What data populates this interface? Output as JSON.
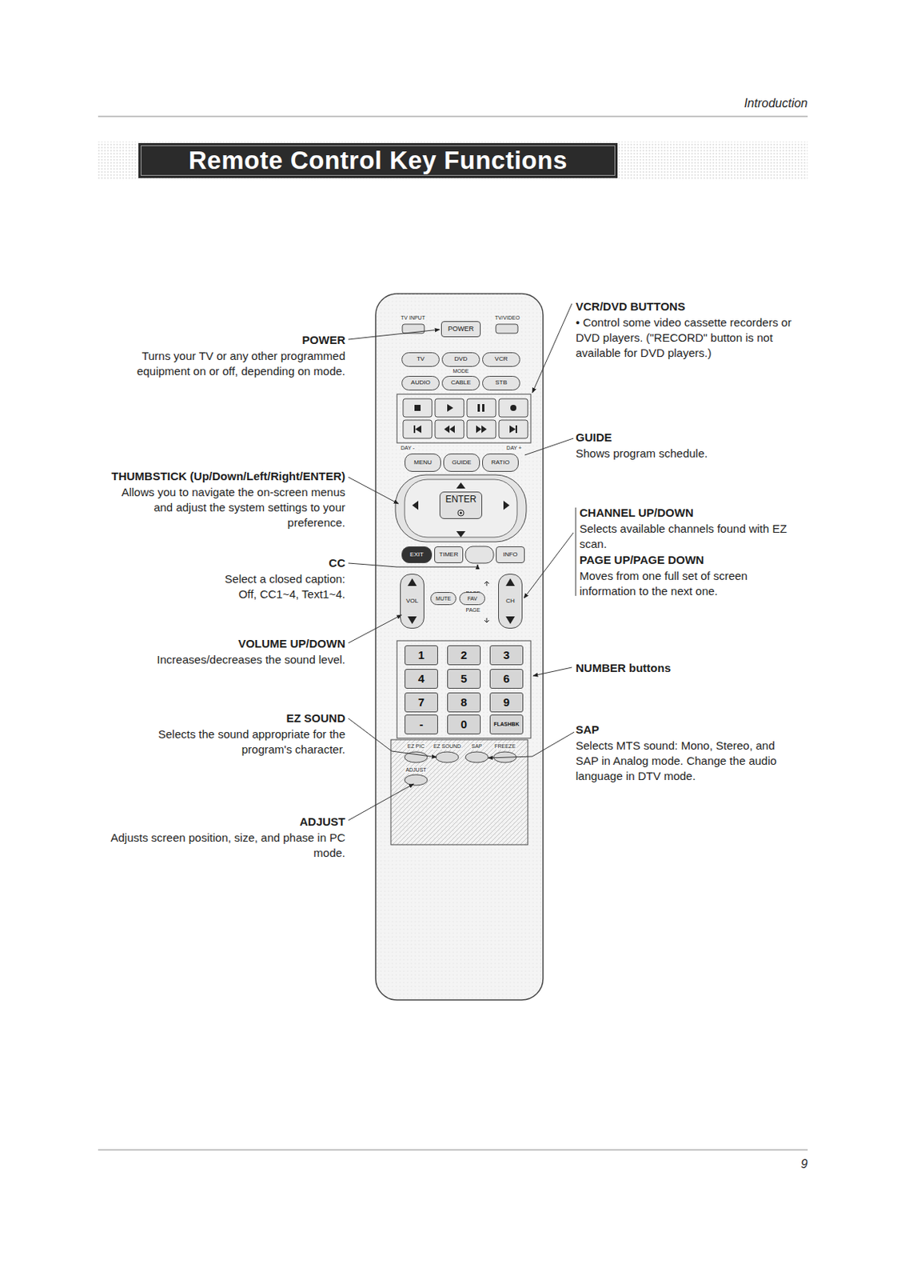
{
  "diagram": {
    "title": "Remote Control Key Functions",
    "nodes": [
      {
        "text": [
          "POWER"
        ]
      },
      {
        "text": [
          "TV"
        ]
      },
      {
        "text": [
          "DVD"
        ]
      },
      {
        "text": [
          "VCR"
        ]
      },
      {
        "text": [
          "AUDIO"
        ]
      },
      {
        "text": [
          "CABLE"
        ]
      },
      {
        "text": [
          "STB"
        ]
      },
      {
        "text": [
          "MENU"
        ]
      },
      {
        "text": [
          "GUIDE"
        ]
      },
      {
        "text": [
          "RATIO"
        ]
      },
      {
        "text": [
          "ENTER"
        ]
      },
      {
        "text": [
          "EXIT"
        ]
      },
      {
        "text": [
          "TIMER"
        ]
      },
      {
        "text": [
          "INFO"
        ]
      },
      {
        "text": [
          "VOL"
        ]
      },
      {
        "text": [
          "CH"
        ]
      },
      {
        "text": [
          "MUTE"
        ]
      },
      {
        "text": [
          "FAV"
        ]
      },
      {
        "text": [
          "1"
        ]
      },
      {
        "text": [
          "2"
        ]
      },
      {
        "text": [
          "3"
        ]
      },
      {
        "text": [
          "4"
        ]
      },
      {
        "text": [
          "5"
        ]
      },
      {
        "text": [
          "6"
        ]
      },
      {
        "text": [
          "7"
        ]
      },
      {
        "text": [
          "8"
        ]
      },
      {
        "text": [
          "9"
        ]
      },
      {
        "text": [
          "-"
        ]
      },
      {
        "text": [
          "0"
        ]
      },
      {
        "text": [
          "FLASHBK"
        ]
      }
    ],
    "labels": [
      "Introduction",
      "POWER",
      "Turns your TV or any other programmed equipment on or off, depending on mode.",
      "THUMBSTICK (Up/Down/Left/Right/ENTER)",
      "Allows you to navigate the on-screen menus and adjust the system settings to your preference.",
      "CC",
      "Select a closed caption: Off, CC1~4, Text1~4.",
      "VOLUME UP/DOWN",
      "Increases/decreases the sound level.",
      "EZ SOUND",
      "Selects the sound appropriate for the program's character.",
      "ADJUST",
      "Adjusts screen position, size, and phase in PC mode.",
      "VCR/DVD BUTTONS",
      "• Control some video cassette recorders or DVD players. (\"RECORD\" button is not available for DVD players.)",
      "GUIDE",
      "Shows program schedule.",
      "CHANNEL UP/DOWN",
      "Selects available channels found with EZ scan.",
      "PAGE UP/PAGE DOWN",
      "Moves from one full set of screen information to the next one.",
      "NUMBER buttons",
      "SAP",
      "Selects MTS sound: Mono, Stereo, and SAP in Analog mode. Change the audio language in DTV mode.",
      "TV INPUT",
      "TV/VIDEO",
      "MODE",
      "DAY -",
      "DAY +",
      "PAGE",
      "PAGE",
      "EZ PIC",
      "EZ SOUND",
      "SAP",
      "FREEZE",
      "ADJUST",
      "9"
    ]
  }
}
